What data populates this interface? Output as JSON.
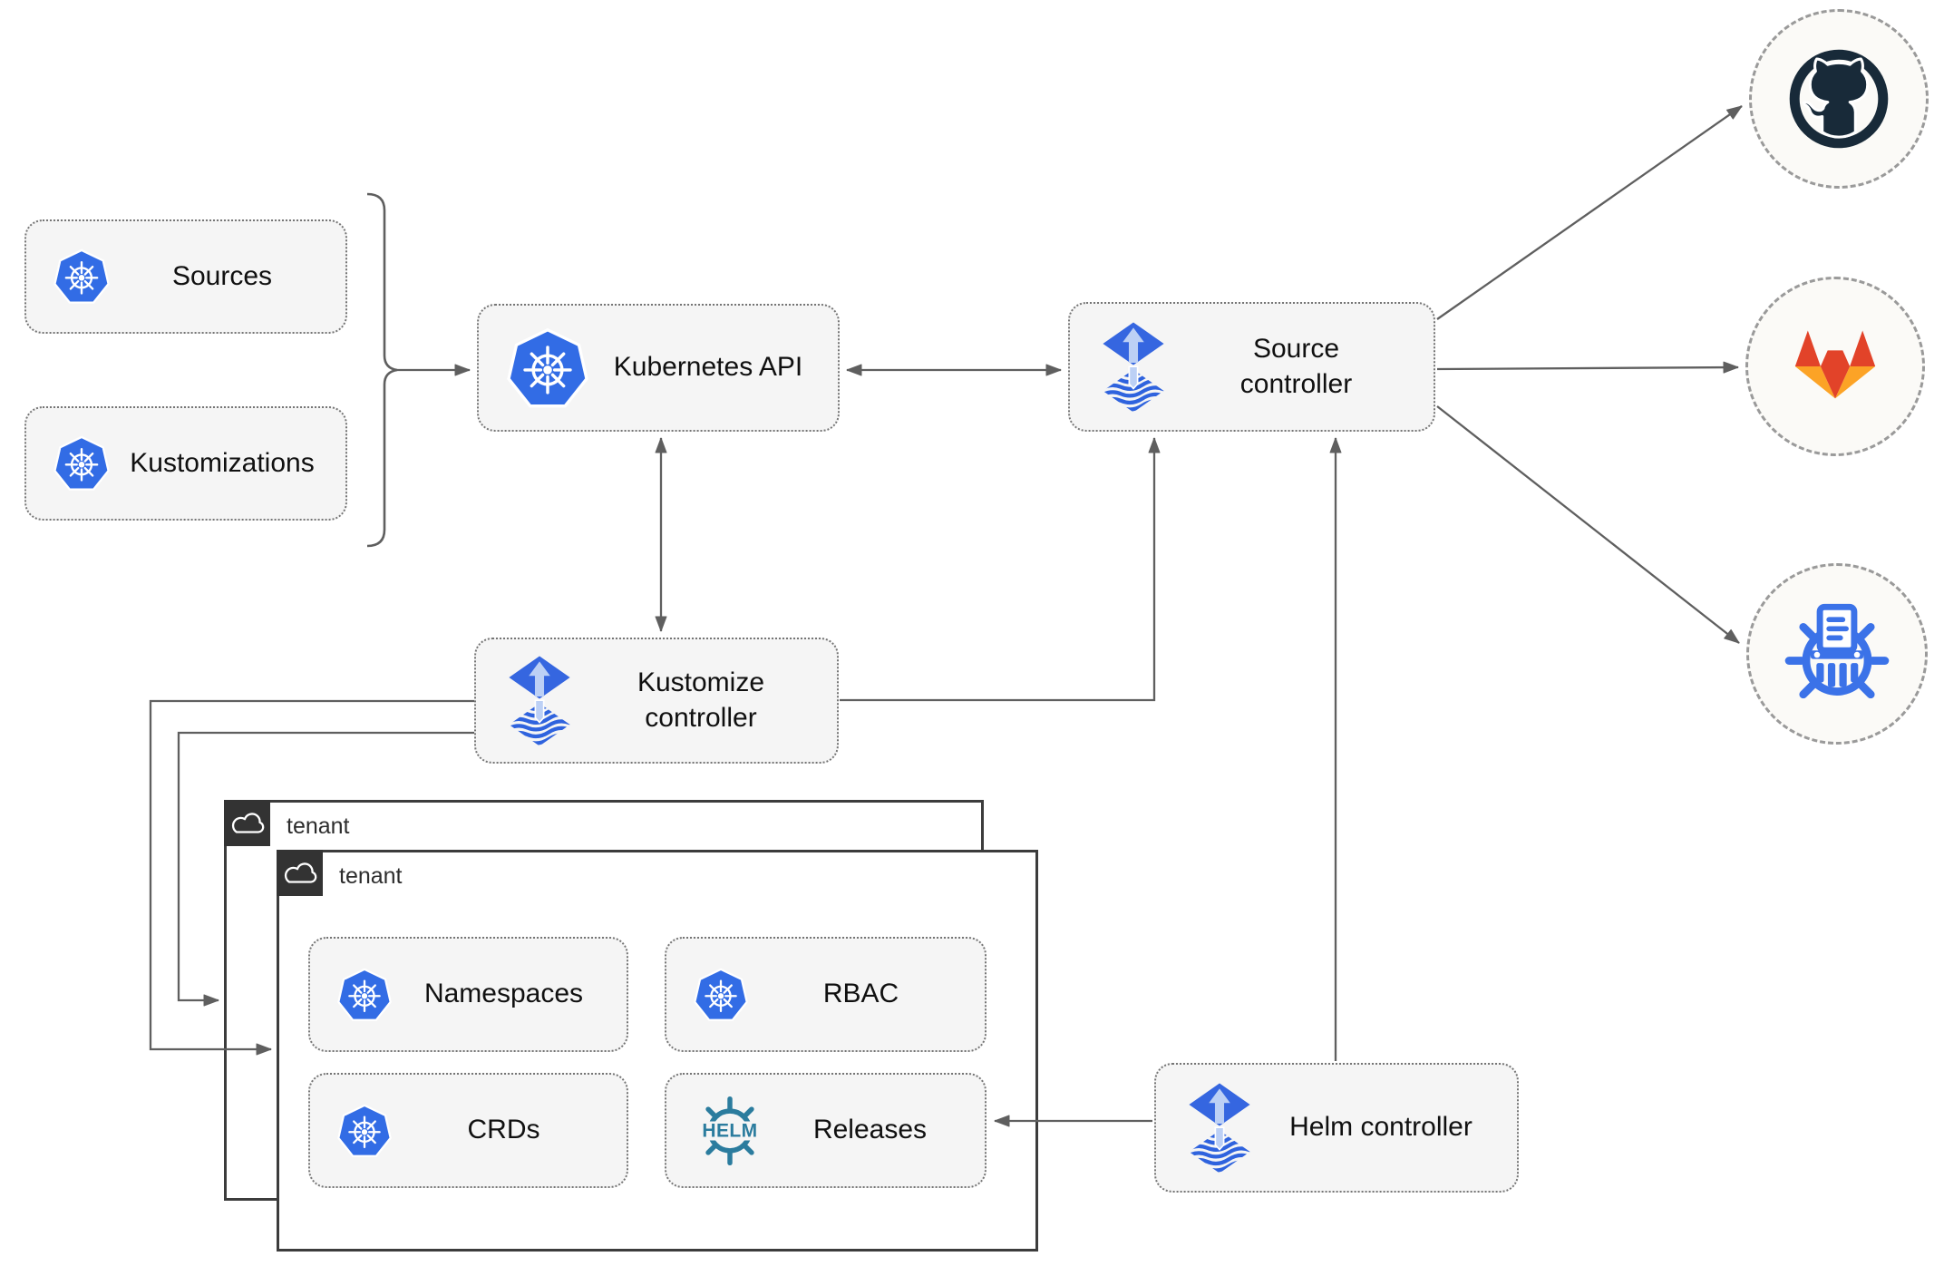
{
  "boxes": {
    "sources": {
      "label": "Sources"
    },
    "kustomizations": {
      "label": "Kustomizations"
    },
    "kubernetes_api": {
      "label": "Kubernetes API"
    },
    "source_controller": {
      "label": "Source controller"
    },
    "kustomize_controller": {
      "label": "Kustomize controller"
    },
    "helm_controller": {
      "label": "Helm controller"
    },
    "namespaces": {
      "label": "Namespaces"
    },
    "rbac": {
      "label": "RBAC"
    },
    "crds": {
      "label": "CRDs"
    },
    "releases": {
      "label": "Releases"
    }
  },
  "groups": {
    "tenant_back": {
      "label": "tenant"
    },
    "tenant_front": {
      "label": "tenant"
    }
  },
  "endpoints": {
    "github": {
      "icon": "github-icon"
    },
    "gitlab": {
      "icon": "gitlab-icon"
    },
    "chartmuseum": {
      "icon": "chartmuseum-icon"
    }
  },
  "logos": {
    "helm_text": "HELM"
  },
  "colors": {
    "kubernetes_blue": "#326CE5",
    "flux_blue": "#3566E0",
    "flux_light_arrow": "#BCD0F5",
    "flux_wave_blue": "#2F63DE",
    "helm_teal": "#2B7C9E",
    "chartmuseum_blue": "#3B72E8",
    "github_navy": "#182A39",
    "gitlab_red": "#E24329",
    "gitlab_amber": "#FCA326",
    "line_gray": "#5F5F5F",
    "node_fill": "#F5F5F5",
    "tenant_dark": "#333333"
  }
}
